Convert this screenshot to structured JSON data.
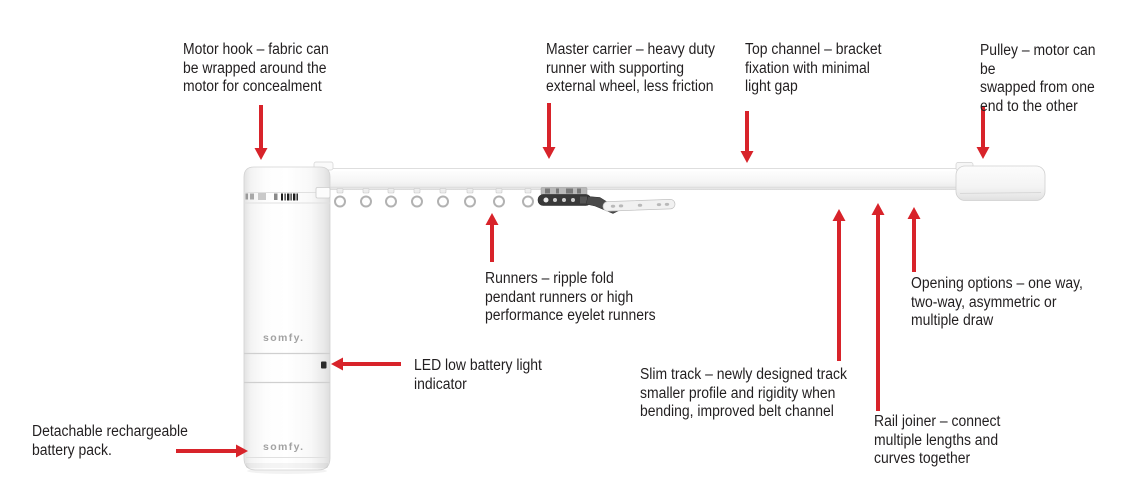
{
  "colors": {
    "arrow": "#d8232a",
    "text": "#221f20",
    "logo_gray": "#a2a2a2"
  },
  "branding": {
    "motor_logo": "somfy.",
    "battery_logo": "somfy."
  },
  "callouts": {
    "motor_hook": "Motor hook – fabric can\nbe wrapped around the\nmotor for concealment",
    "master_carrier": "Master carrier – heavy duty\nrunner with supporting\nexternal wheel, less friction",
    "top_channel": "Top channel – bracket\nfixation with minimal\nlight gap",
    "pulley": "Pulley – motor can be\nswapped from one\nend to the other",
    "runners": "Runners – ripple fold\npendant runners or high\nperformance eyelet runners",
    "opening_options": "Opening options – one way,\ntwo-way, asymmetric or\nmultiple draw",
    "slim_track": "Slim track – newly designed track\nsmaller profile and rigidity when\nbending, improved belt channel",
    "rail_joiner": "Rail joiner – connect\nmultiple lengths and\ncurves together",
    "led_indicator": "LED low battery light\nindicator",
    "battery_pack": "Detachable rechargeable\nbattery pack."
  }
}
